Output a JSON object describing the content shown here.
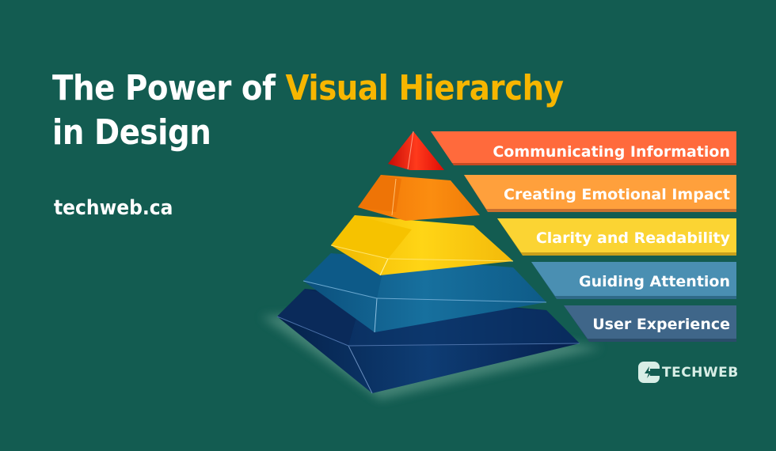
{
  "header": {
    "title_line1_prefix": "The Power of ",
    "title_line1_highlight": "Visual Hierarchy",
    "title_line2": "in Design",
    "website": "techweb.ca"
  },
  "colors": {
    "background": "#135c51",
    "highlight": "#f7b600",
    "text": "#ffffff"
  },
  "pyramid": {
    "levels": [
      {
        "label": "Communicating Information",
        "color": "#ff6a3c",
        "layer_color": "#e8180c"
      },
      {
        "label": "Creating Emotional Impact",
        "color": "#ffa03c",
        "layer_color": "#f57d0a"
      },
      {
        "label": "Clarity and Readability",
        "color": "#fbd433",
        "layer_color": "#f5c400"
      },
      {
        "label": "Guiding Attention",
        "color": "#4a8fb2",
        "layer_color": "#12628f"
      },
      {
        "label": "User Experience",
        "color": "#3f6689",
        "layer_color": "#0b2c5c"
      }
    ]
  },
  "logo": {
    "icon": "lightning-bolt-icon",
    "text": "TECHWEB"
  }
}
